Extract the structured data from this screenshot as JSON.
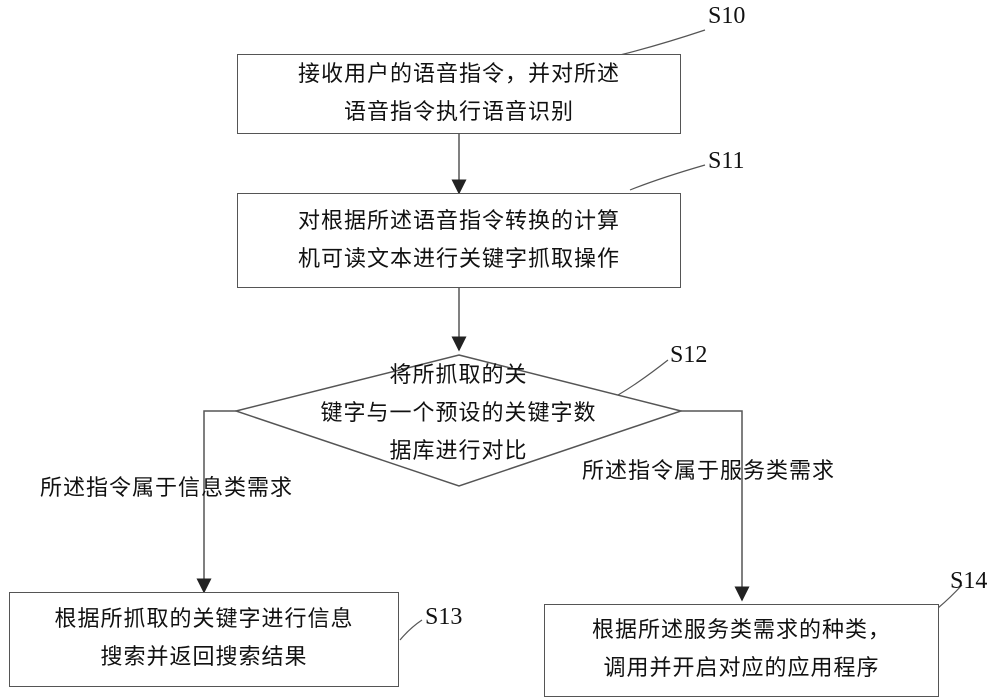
{
  "steps": {
    "s10": {
      "label": "S10",
      "lines": [
        "接收用户的语音指令，并对所述",
        "语音指令执行语音识别"
      ]
    },
    "s11": {
      "label": "S11",
      "lines": [
        "对根据所述语音指令转换的计算",
        "机可读文本进行关键字抓取操作"
      ]
    },
    "s12": {
      "label": "S12",
      "lines": [
        "将所抓取的关",
        "键字与一个预设的关键字数",
        "据库进行对比"
      ]
    },
    "s13": {
      "label": "S13",
      "lines": [
        "根据所抓取的关键字进行信息",
        "搜索并返回搜索结果"
      ]
    },
    "s14": {
      "label": "S14",
      "lines": [
        "根据所述服务类需求的种类，",
        "调用并开启对应的应用程序"
      ]
    }
  },
  "branches": {
    "left": "所述指令属于信息类需求",
    "right": "所述指令属于服务类需求"
  }
}
